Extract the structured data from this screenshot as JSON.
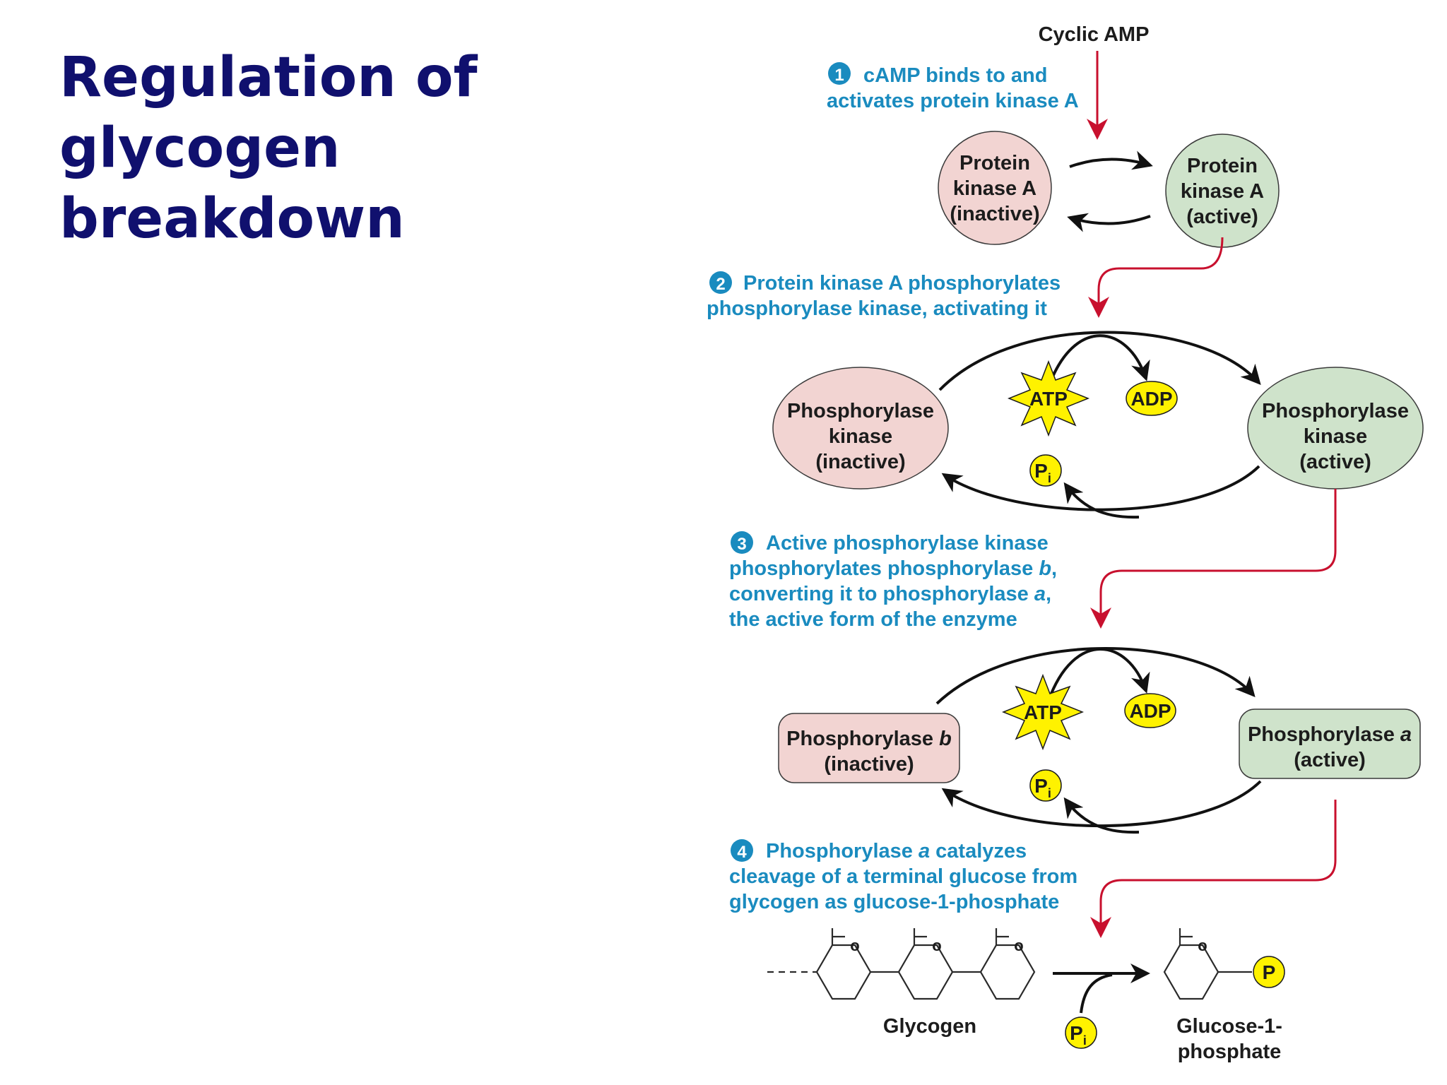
{
  "title": {
    "line1": "Regulation of glycogen",
    "line2": "breakdown"
  },
  "diagram": {
    "input": "Cyclic AMP",
    "steps": [
      {
        "number": "1",
        "lines": [
          "cAMP binds to and",
          "activates protein kinase A"
        ]
      },
      {
        "number": "2",
        "lines": [
          "Protein kinase A phosphorylates",
          "phosphorylase kinase, activating it"
        ]
      },
      {
        "number": "3",
        "lines": [
          "Active phosphorylase kinase",
          "phosphorylates phosphorylase b,",
          "converting it to phosphorylase a,",
          "the active form of the enzyme"
        ]
      },
      {
        "number": "4",
        "lines": [
          "Phosphorylase a catalyzes",
          "cleavage of a terminal glucose from",
          "glycogen as glucose-1-phosphate"
        ]
      }
    ],
    "pka": {
      "inactive": {
        "lines": [
          "Protein",
          "kinase A",
          "(inactive)"
        ]
      },
      "active": {
        "lines": [
          "Protein",
          "kinase A",
          "(active)"
        ]
      }
    },
    "phk": {
      "inactive": {
        "lines": [
          "Phosphorylase",
          "kinase",
          "(inactive)"
        ]
      },
      "active": {
        "lines": [
          "Phosphorylase",
          "kinase",
          "(active)"
        ]
      }
    },
    "phosphorylase": {
      "inactive": {
        "line1_prefix": "Phosphorylase ",
        "line1_italic": "b",
        "line2": "(inactive)"
      },
      "active": {
        "line1_prefix": "Phosphorylase ",
        "line1_italic": "a",
        "line2": "(active)"
      }
    },
    "atp": "ATP",
    "adp": "ADP",
    "pi": "P",
    "pi_sub": "i",
    "p": "P",
    "ring_o": "o",
    "glycogen": "Glycogen",
    "g1p": {
      "lines": [
        "Glucose-1-",
        "phosphate"
      ]
    },
    "colors": {
      "step_text": "#1a8bbf",
      "arrow_red": "#c8102e",
      "inactive_fill": "#f2d4d2",
      "active_fill": "#cfe3cb",
      "atp_fill": "#fff200",
      "title": "#10106e"
    }
  }
}
